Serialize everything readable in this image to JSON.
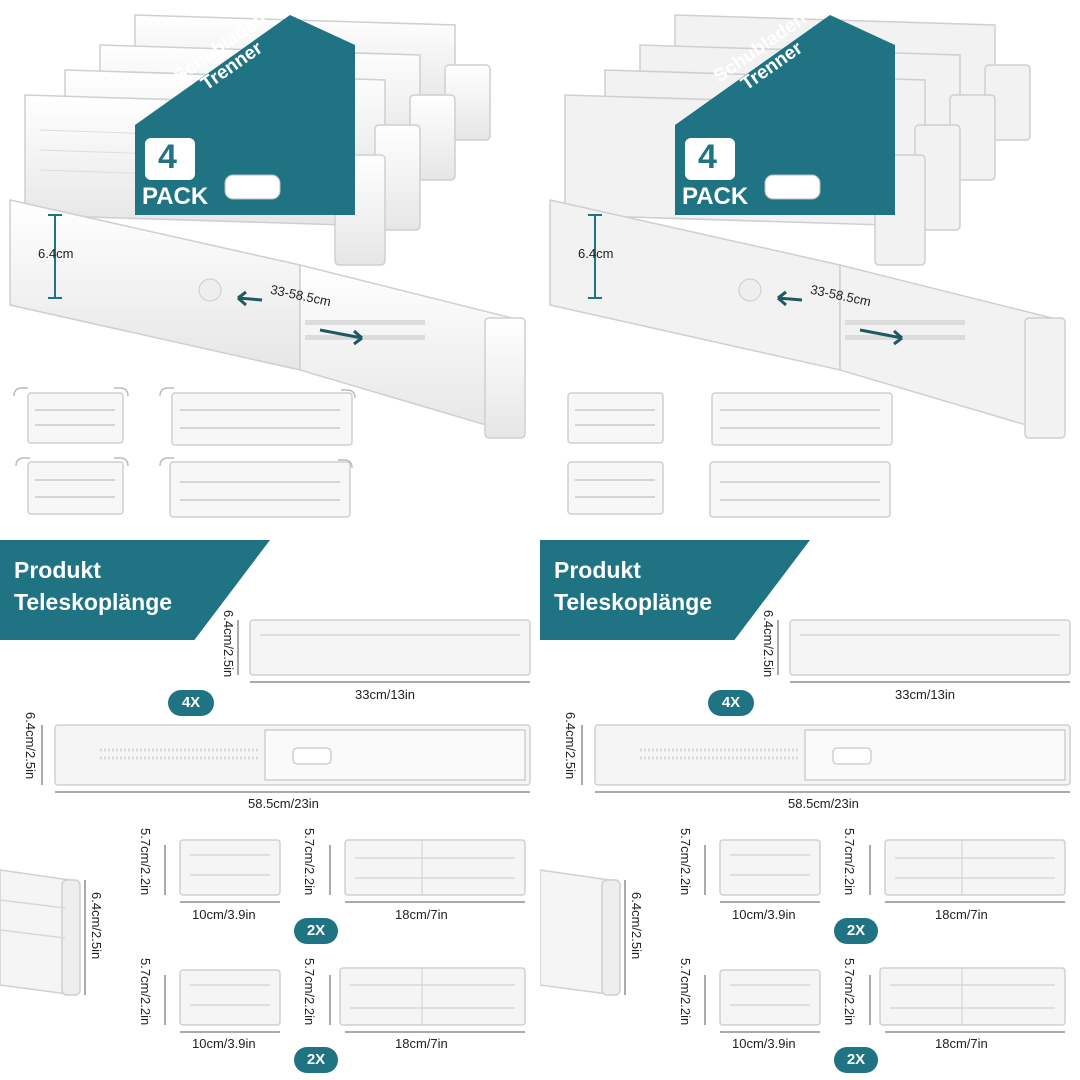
{
  "hero": {
    "band_line1": "Schubladen",
    "band_line2": "Trenner",
    "pack_number": "4",
    "pack_word": "PACK",
    "height_label": "6.4cm",
    "range_label": "33-58.5cm"
  },
  "specs": {
    "banner_line1": "Produkt",
    "banner_line2": "Teleskoplänge",
    "short_height": "6.4cm/2.5in",
    "short_length": "33cm/13in",
    "qty_main": "4X",
    "long_height": "6.4cm/2.5in",
    "long_length": "58.5cm/23in",
    "end_height": "6.4cm/2.5in",
    "small_height": "5.7cm/2.2in",
    "small_width": "10cm/3.9in",
    "large_height": "5.7cm/2.2in",
    "large_width": "18cm/7in",
    "qty_pair": "2X"
  },
  "colors": {
    "accent": "#1f7382",
    "product": "#f4f4f4",
    "outline": "#d9d9d9"
  }
}
